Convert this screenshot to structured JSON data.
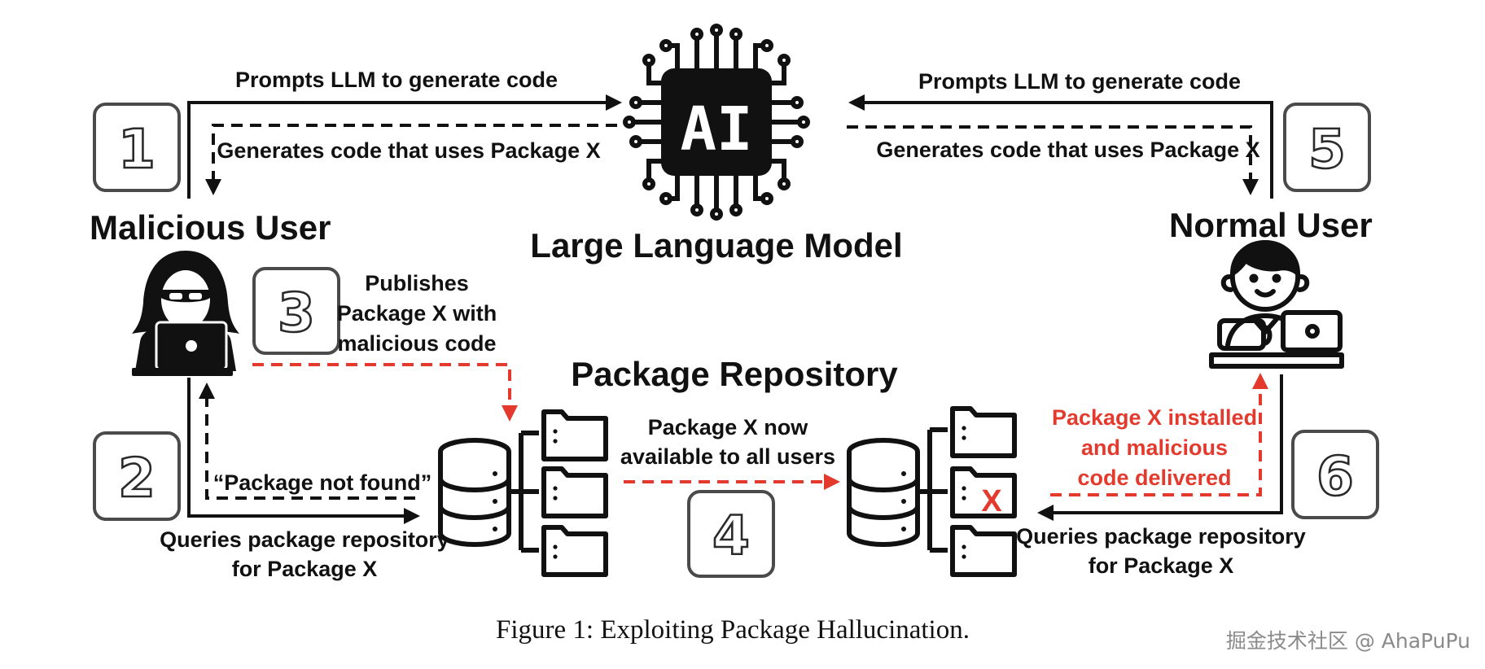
{
  "llm": {
    "chip_text": "AI",
    "title": "Large Language Model"
  },
  "malicious_user": {
    "title": "Malicious User"
  },
  "normal_user": {
    "title": "Normal User"
  },
  "repository": {
    "title": "Package Repository"
  },
  "steps": [
    "1",
    "2",
    "3",
    "4",
    "5",
    "6"
  ],
  "edges": {
    "prompt_left": "Prompts LLM to generate code",
    "generate_left": "Generates code that uses Package X",
    "prompt_right": "Prompts LLM to generate code",
    "generate_right": "Generates code that uses Package X",
    "publish": [
      "Publishes",
      "Package X with",
      "malicious code"
    ],
    "not_found": "“Package not found”",
    "query_left": [
      "Queries package repository",
      "for Package X"
    ],
    "available": [
      "Package X now",
      "available to all users"
    ],
    "installed": [
      "Package X installed",
      "and malicious",
      "code delivered"
    ],
    "query_right": [
      "Queries package repository",
      "for Package X"
    ]
  },
  "malicious_marker": "X",
  "caption": "Figure 1: Exploiting Package Hallucination.",
  "watermark": "掘金技术社区 @ AhaPuPu",
  "colors": {
    "ink": "#111111",
    "accent_red": "#e43a2e",
    "step_border": "#4a4a4a"
  }
}
